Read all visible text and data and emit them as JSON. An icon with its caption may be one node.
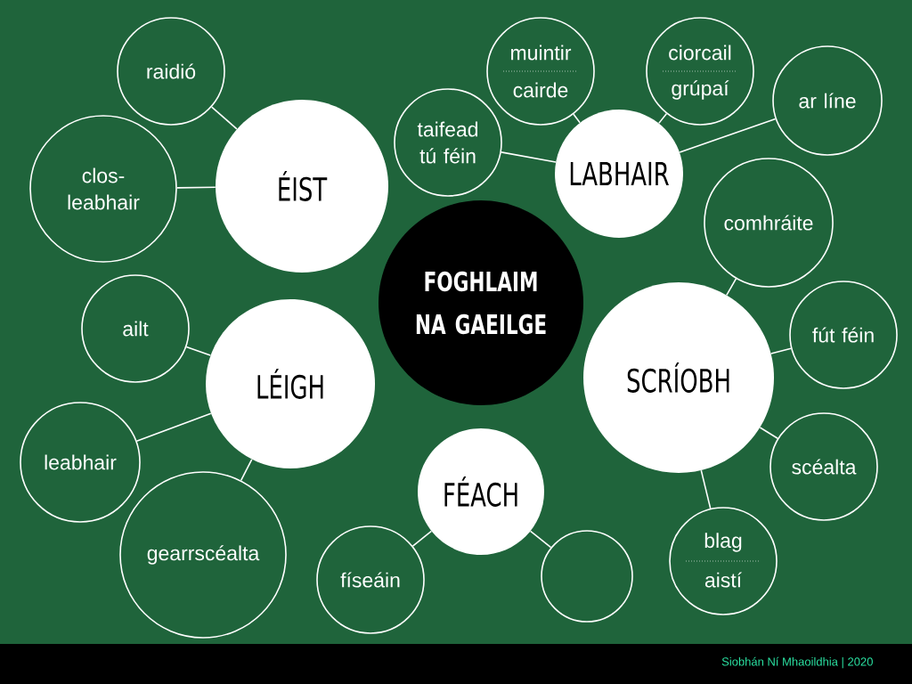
{
  "diagram": {
    "nodes": [
      {
        "text": [
          "FOGHLAIM NA GAEILGE"
        ]
      },
      {
        "text": [
          "ÉIST"
        ]
      },
      {
        "text": [
          "raidió"
        ]
      },
      {
        "text": [
          "clos-leabhair"
        ]
      },
      {
        "text": [
          "LABHAIR"
        ]
      },
      {
        "text": [
          "taifead tú féin"
        ]
      },
      {
        "text": [
          "muintir",
          "cairde"
        ]
      },
      {
        "text": [
          "ciorcail",
          "grúpaí"
        ]
      },
      {
        "text": [
          "ar líne"
        ]
      },
      {
        "text": [
          "LÉIGH"
        ]
      },
      {
        "text": [
          "ailt"
        ]
      },
      {
        "text": [
          "leabhair"
        ]
      },
      {
        "text": [
          "gearrscéalta"
        ]
      },
      {
        "text": [
          "SCRÍOBH"
        ]
      },
      {
        "text": [
          "comhráite"
        ]
      },
      {
        "text": [
          "fút féin"
        ]
      },
      {
        "text": [
          "scéalta"
        ]
      },
      {
        "text": [
          "blag",
          "aistí"
        ]
      },
      {
        "text": [
          "FÉACH"
        ]
      },
      {
        "text": [
          "físeáin"
        ]
      },
      {
        "text": [],
        "shape": "circle"
      }
    ],
    "edges": [
      {
        "from": 1,
        "to": 2,
        "arrow": "none"
      },
      {
        "from": 1,
        "to": 3,
        "arrow": "none"
      },
      {
        "from": 4,
        "to": 5,
        "arrow": "none"
      },
      {
        "from": 4,
        "to": 6,
        "arrow": "none"
      },
      {
        "from": 4,
        "to": 7,
        "arrow": "none"
      },
      {
        "from": 4,
        "to": 8,
        "arrow": "none"
      },
      {
        "from": 9,
        "to": 10,
        "arrow": "none"
      },
      {
        "from": 9,
        "to": 11,
        "arrow": "none"
      },
      {
        "from": 9,
        "to": 12,
        "arrow": "none"
      },
      {
        "from": 13,
        "to": 14,
        "arrow": "none"
      },
      {
        "from": 13,
        "to": 15,
        "arrow": "none"
      },
      {
        "from": 13,
        "to": 16,
        "arrow": "none"
      },
      {
        "from": 13,
        "to": 17,
        "arrow": "none"
      },
      {
        "from": 18,
        "to": 19,
        "arrow": "none"
      },
      {
        "from": 18,
        "to": 20,
        "arrow": "none"
      }
    ],
    "labels": [
      "Siobhán Ní Mhaoildhia | 2020"
    ]
  }
}
